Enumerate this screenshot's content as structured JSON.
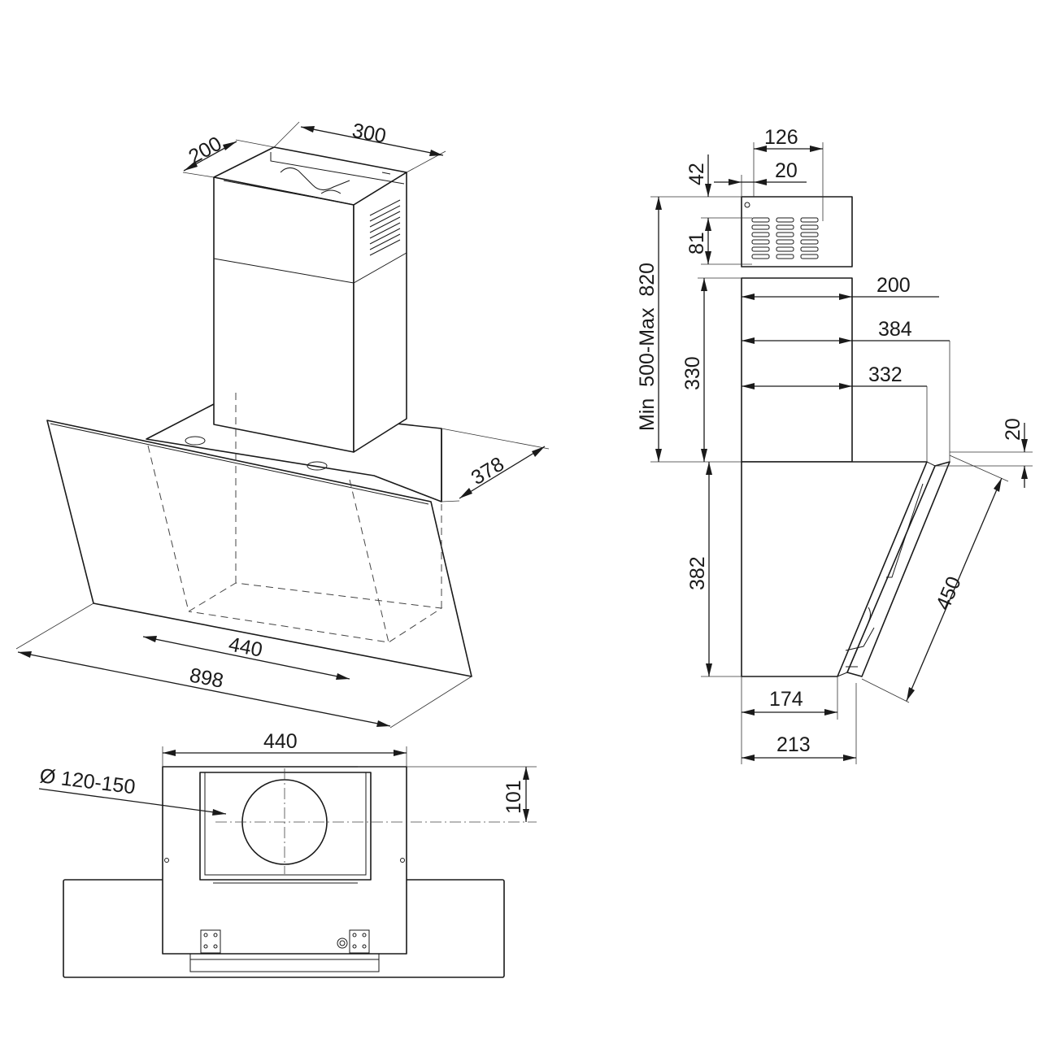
{
  "iso_view": {
    "depth_top": "200",
    "width_top": "300",
    "depth_glass": "378",
    "inner_width": "440",
    "total_width": "898"
  },
  "side_view": {
    "vent_width": "126",
    "offset_20": "20",
    "top_42": "42",
    "vent_81": "81",
    "height_range": "Min  500-Max  820",
    "chimney_330": "330",
    "depth_200": "200",
    "depth_384": "384",
    "depth_332": "332",
    "glass_offset_20": "20",
    "body_382": "382",
    "glass_450": "450",
    "base_174": "174",
    "base_213": "213"
  },
  "bottom_view": {
    "width_440": "440",
    "duct_diameter": "Ø 120-150",
    "offset_101": "101"
  },
  "colors": {
    "line": "#1a1a1a",
    "background": "#ffffff"
  }
}
